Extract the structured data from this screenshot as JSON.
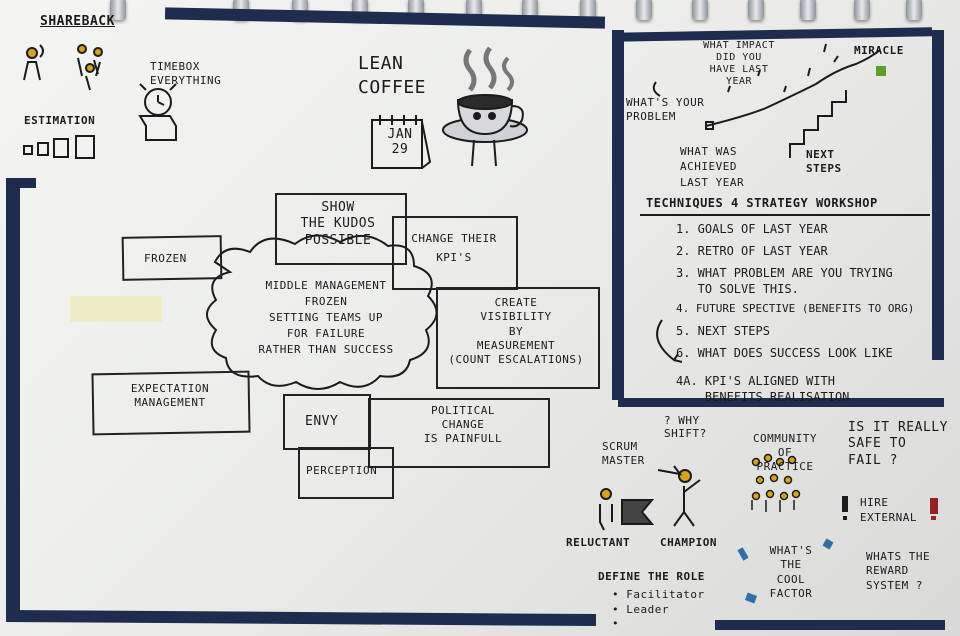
{
  "sharebback": {
    "title": "Shareback",
    "timebox": "Timebox\neverything",
    "estimation": "Estimation",
    "lean_coffee": "Lean\nCoffee",
    "calendar_month": "Jan",
    "calendar_day": "29"
  },
  "mindmap": {
    "center": "Middle management\nfrozen\nsetting teams up\nfor failure\nrather than success",
    "frozen": "Frozen",
    "show_kudos": "Show\nthe kudos\npossible",
    "change_kpis": "Change their\nKPI's",
    "create_visibility": "Create\nvisibility\nby\nmeasurement\n(count escalations)",
    "expectation": "Expectation\nmanagement",
    "envy": "Envy",
    "political": "Political\nchange\nis painfull",
    "perception": "Perception"
  },
  "strategy": {
    "what_impact": "What impact\ndid you\nhave last\nyear",
    "miracle": "Miracle",
    "whats_problem": "What's your\nproblem",
    "what_achieved": "What was\nachieved\nlast year",
    "next_steps": "Next\nsteps",
    "title": "Techniques 4 strategy workshop",
    "items": [
      "1. Goals of last year",
      "2. Retro of last year",
      "3. What problem are you trying",
      "   to solve this.",
      "4. Future spective (benefits to org)",
      "5. Next steps",
      "6. What does success look like",
      "4a. KPI's aligned with",
      "    benefits realisation"
    ]
  },
  "scrum": {
    "why_shift": "? Why\nshift?",
    "scrum_master": "Scrum\nmaster",
    "community": "Community\nof\npractice",
    "safe_to_fail": "Is it really\nsafe to\nfail ?",
    "reluctant": "Reluctant",
    "champion": "Champion",
    "hire_external": "Hire\nexternal",
    "cool_factor": "What's\nthe\ncool\nfactor",
    "reward_system": "Whats the\nreward\nsystem ?",
    "define_role": "Define the role",
    "role_items": [
      "• Facilitator",
      "• Leader",
      "•"
    ]
  },
  "colors": {
    "navy": "#1e2d4f",
    "ink": "#1b1b1b",
    "orange": "#d9a21b",
    "green": "#5aa02c",
    "blue": "#2e6fa8",
    "red": "#9a2020"
  }
}
